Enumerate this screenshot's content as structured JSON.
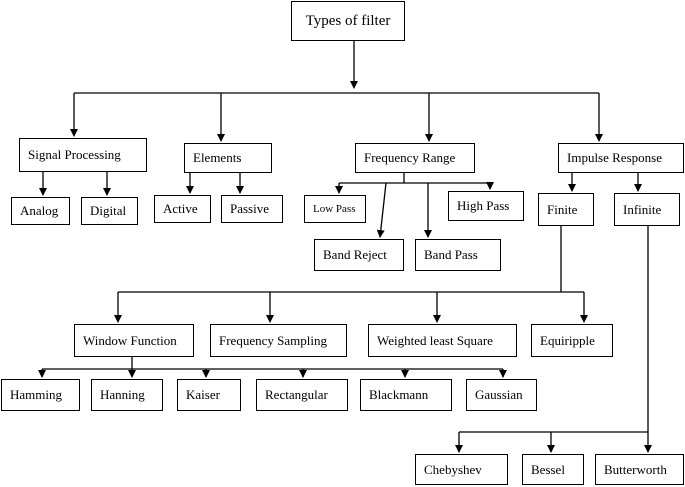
{
  "diagram": {
    "root": "Types of filter",
    "categories": {
      "signal_processing": "Signal Processing",
      "elements": "Elements",
      "frequency_range": "Frequency Range",
      "impulse_response": "Impulse Response"
    },
    "signal_processing_children": {
      "analog": "Analog",
      "digital": "Digital"
    },
    "elements_children": {
      "active": "Active",
      "passive": "Passive"
    },
    "frequency_range_children": {
      "low_pass": "Low Pass",
      "high_pass": "High Pass",
      "band_reject": "Band Reject",
      "band_pass": "Band Pass"
    },
    "impulse_response_children": {
      "finite": "Finite",
      "infinite": "Infinite"
    },
    "finite_children": {
      "window_function": "Window Function",
      "frequency_sampling": "Frequency Sampling",
      "weighted_least_square": "Weighted least Square",
      "equiripple": "Equiripple"
    },
    "window_function_children": {
      "hamming": "Hamming",
      "hanning": "Hanning",
      "kaiser": "Kaiser",
      "rectangular": "Rectangular",
      "blackmann": "Blackmann",
      "gaussian": "Gaussian"
    },
    "infinite_children": {
      "chebyshev": "Chebyshev",
      "bessel": "Bessel",
      "butterworth": "Butterworth"
    }
  }
}
